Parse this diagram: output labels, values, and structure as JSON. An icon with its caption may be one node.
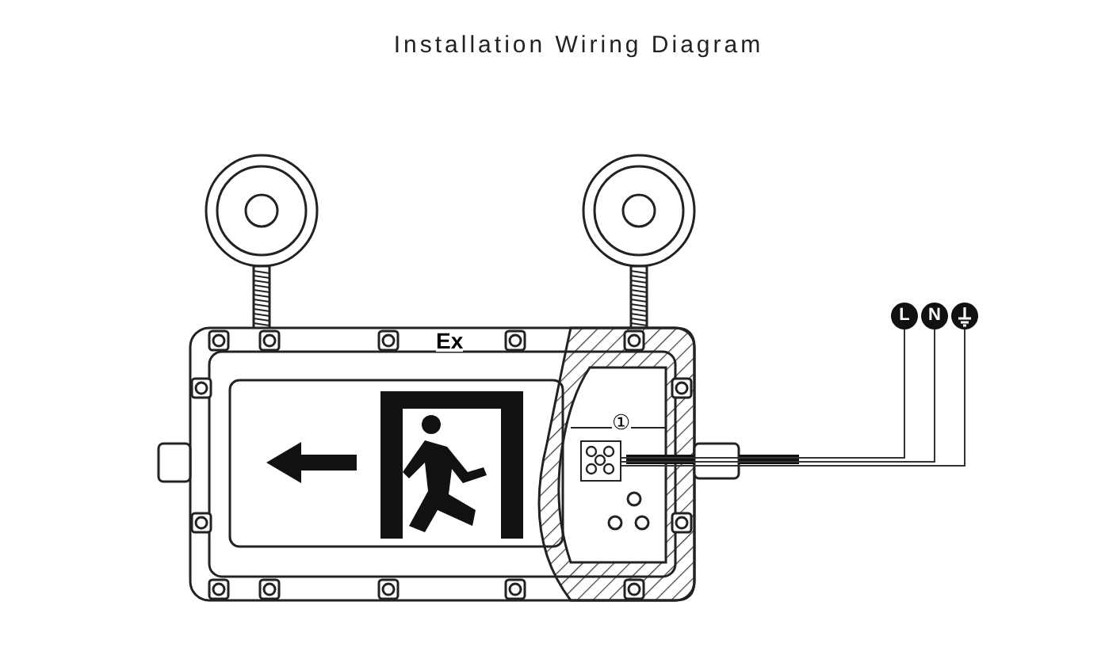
{
  "diagram": {
    "title": "Installation Wiring Diagram",
    "nodes": [
      {
        "text": [
          "L"
        ]
      },
      {
        "text": [
          "N"
        ]
      },
      {
        "text": [],
        "shape": "circle"
      },
      {
        "text": [],
        "shape": "box"
      }
    ],
    "edges": [
      {
        "from": 3,
        "to": 0,
        "arrow": "none"
      },
      {
        "from": 3,
        "to": 1,
        "arrow": "none"
      },
      {
        "from": 3,
        "to": 2,
        "arrow": "none"
      }
    ],
    "labels": [
      "Ex",
      "①"
    ]
  }
}
